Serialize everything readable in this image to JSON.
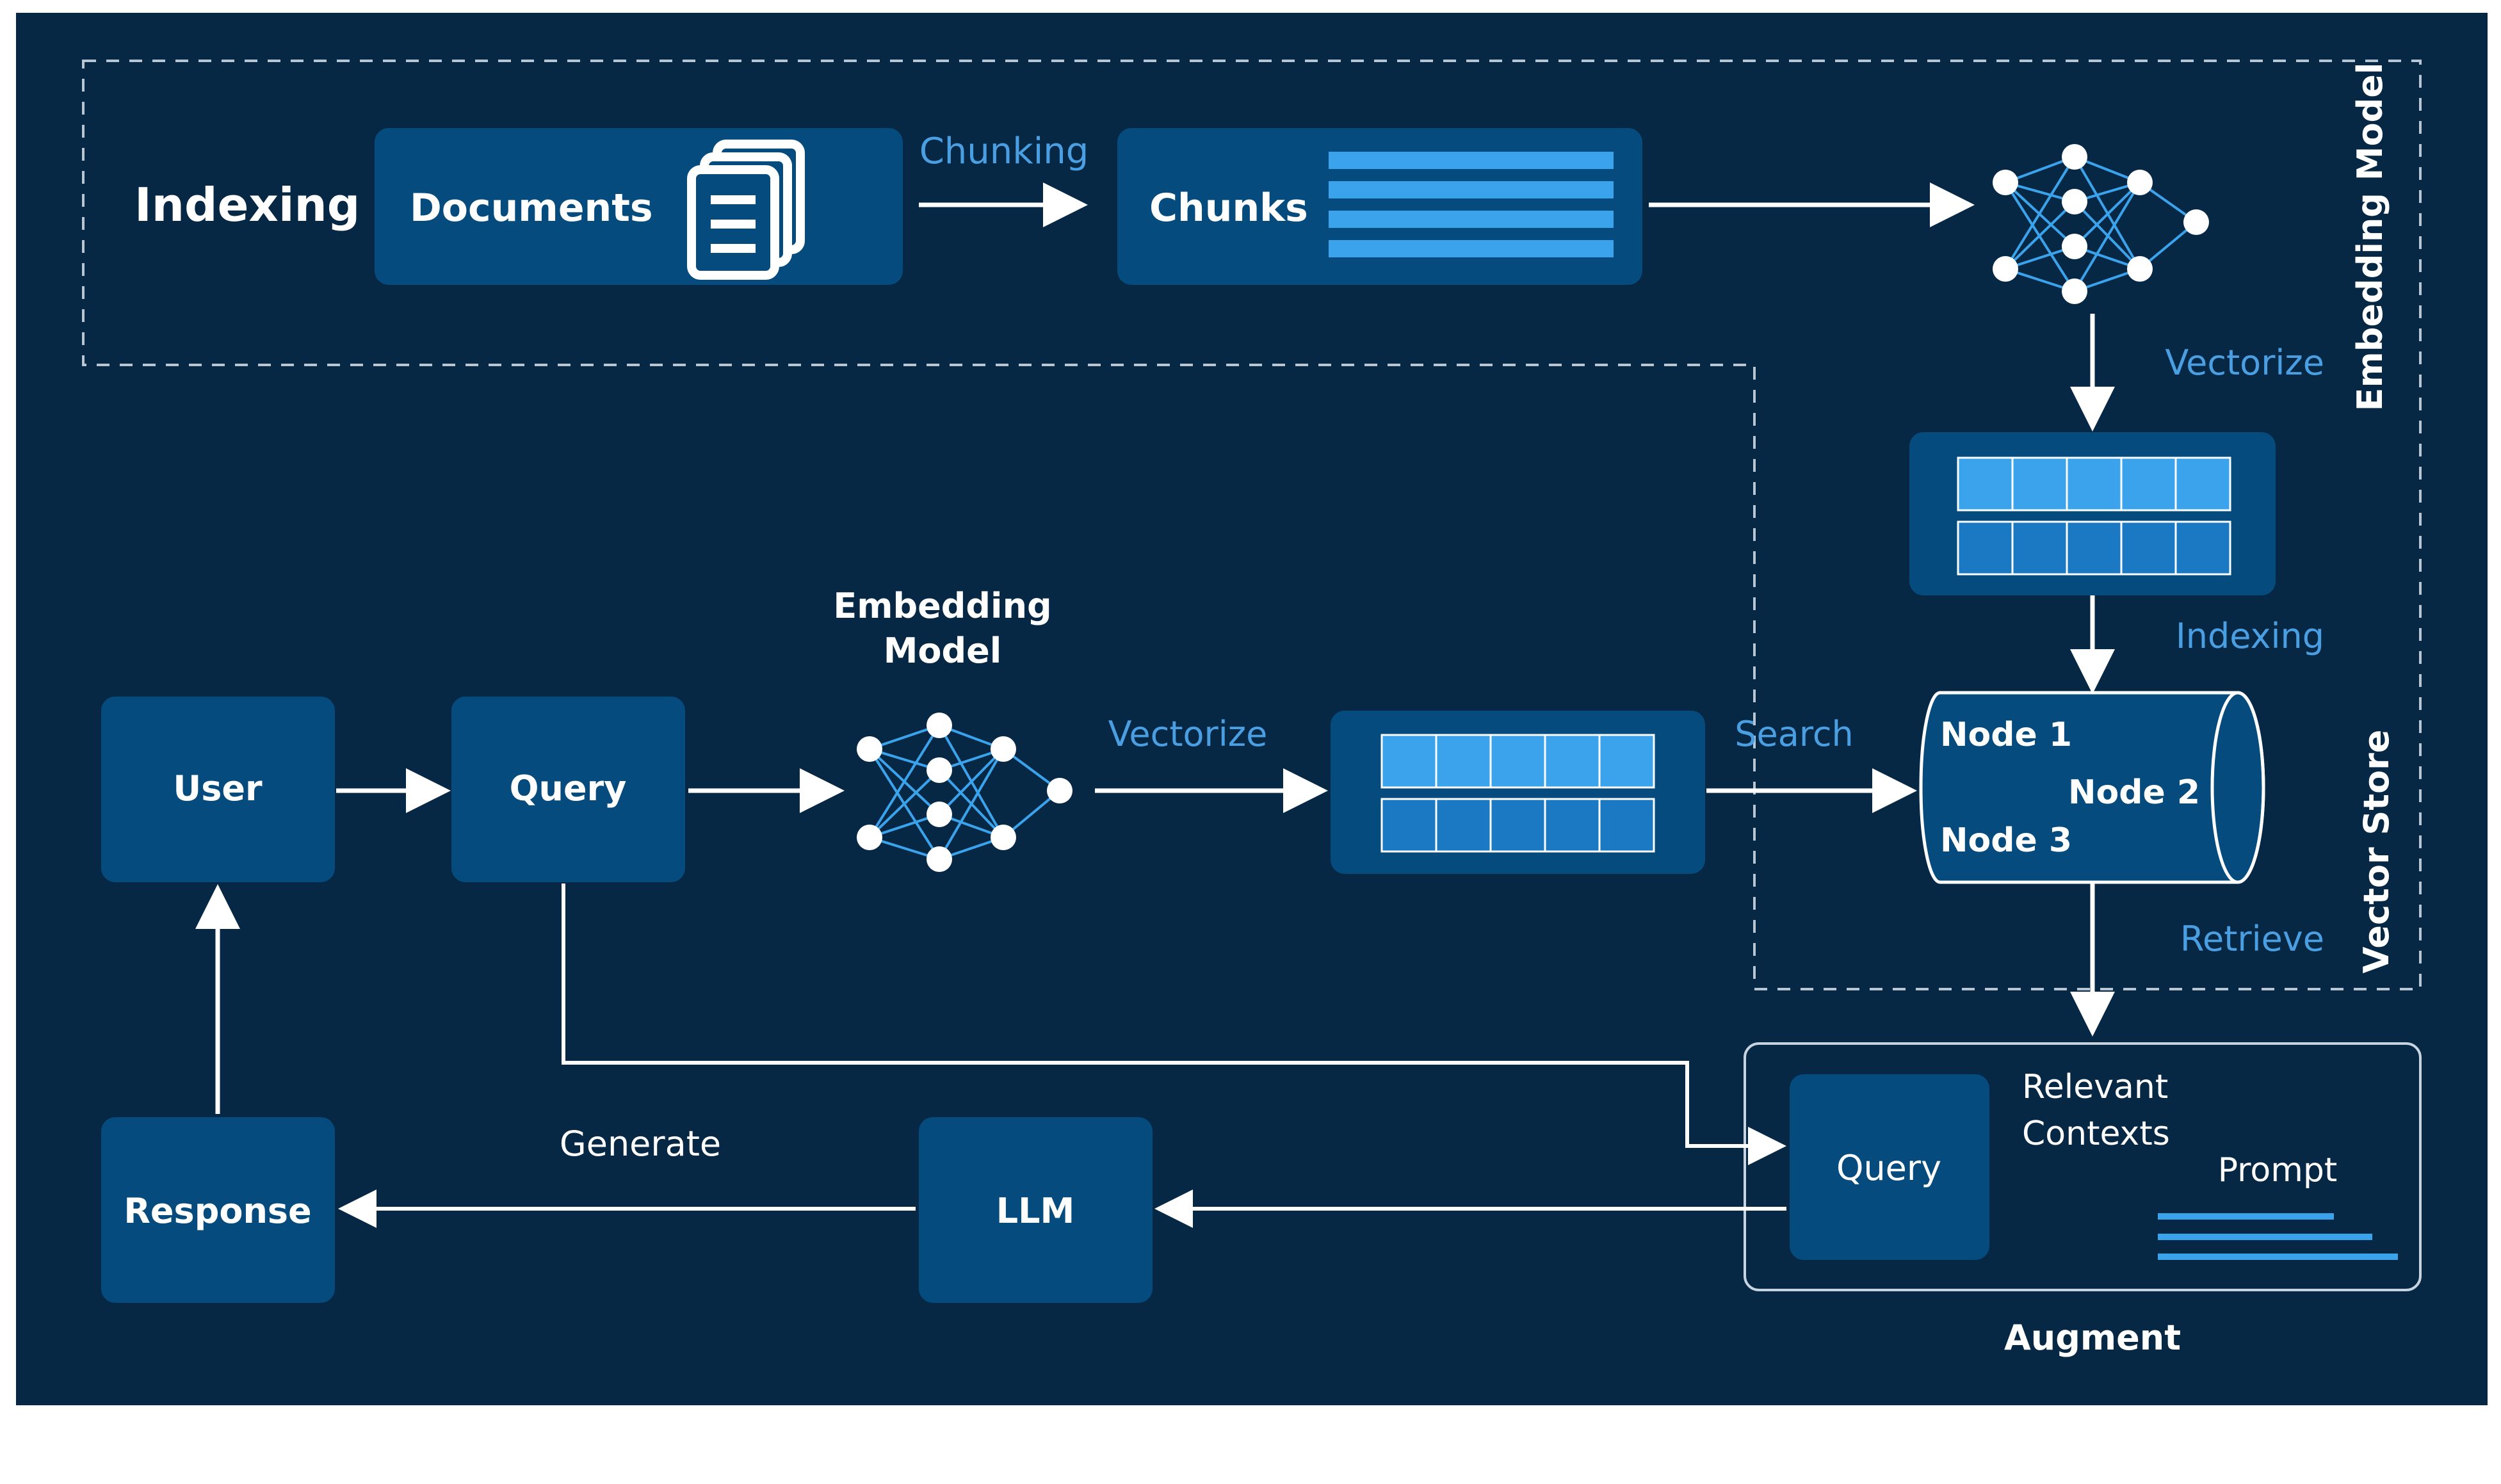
{
  "diagram": {
    "indexing_title": "Indexing",
    "documents_label": "Documents",
    "chunking_label": "Chunking",
    "chunks_label": "Chunks",
    "embedding_model_vertical": "Embedding Model",
    "vectorize_top": "Vectorize",
    "indexing_arrow_label": "Indexing",
    "embedding_model_label": [
      "Embedding",
      "Model"
    ],
    "user_label": "User",
    "query_label": "Query",
    "vectorize_mid": "Vectorize",
    "search_label": "Search",
    "node_labels": [
      "Node 1",
      "Node 2",
      "Node 3"
    ],
    "vector_store_vertical": "Vector Store",
    "retrieve_label": "Retrieve",
    "relevant_contexts_label": [
      "Relevant",
      "Contexts"
    ],
    "augment_query_label": "Query",
    "prompt_label": "Prompt",
    "augment_label": "Augment",
    "generate_label": "Generate",
    "llm_label": "LLM",
    "response_label": "Response"
  },
  "colors": {
    "background": "#072845",
    "box": "#064b7d",
    "accent_text": "#4a9fe3",
    "stripe": "#3aa3ec",
    "cell_light": "#3aa3ec",
    "cell_dark": "#1b78c3",
    "white": "#ffffff"
  }
}
